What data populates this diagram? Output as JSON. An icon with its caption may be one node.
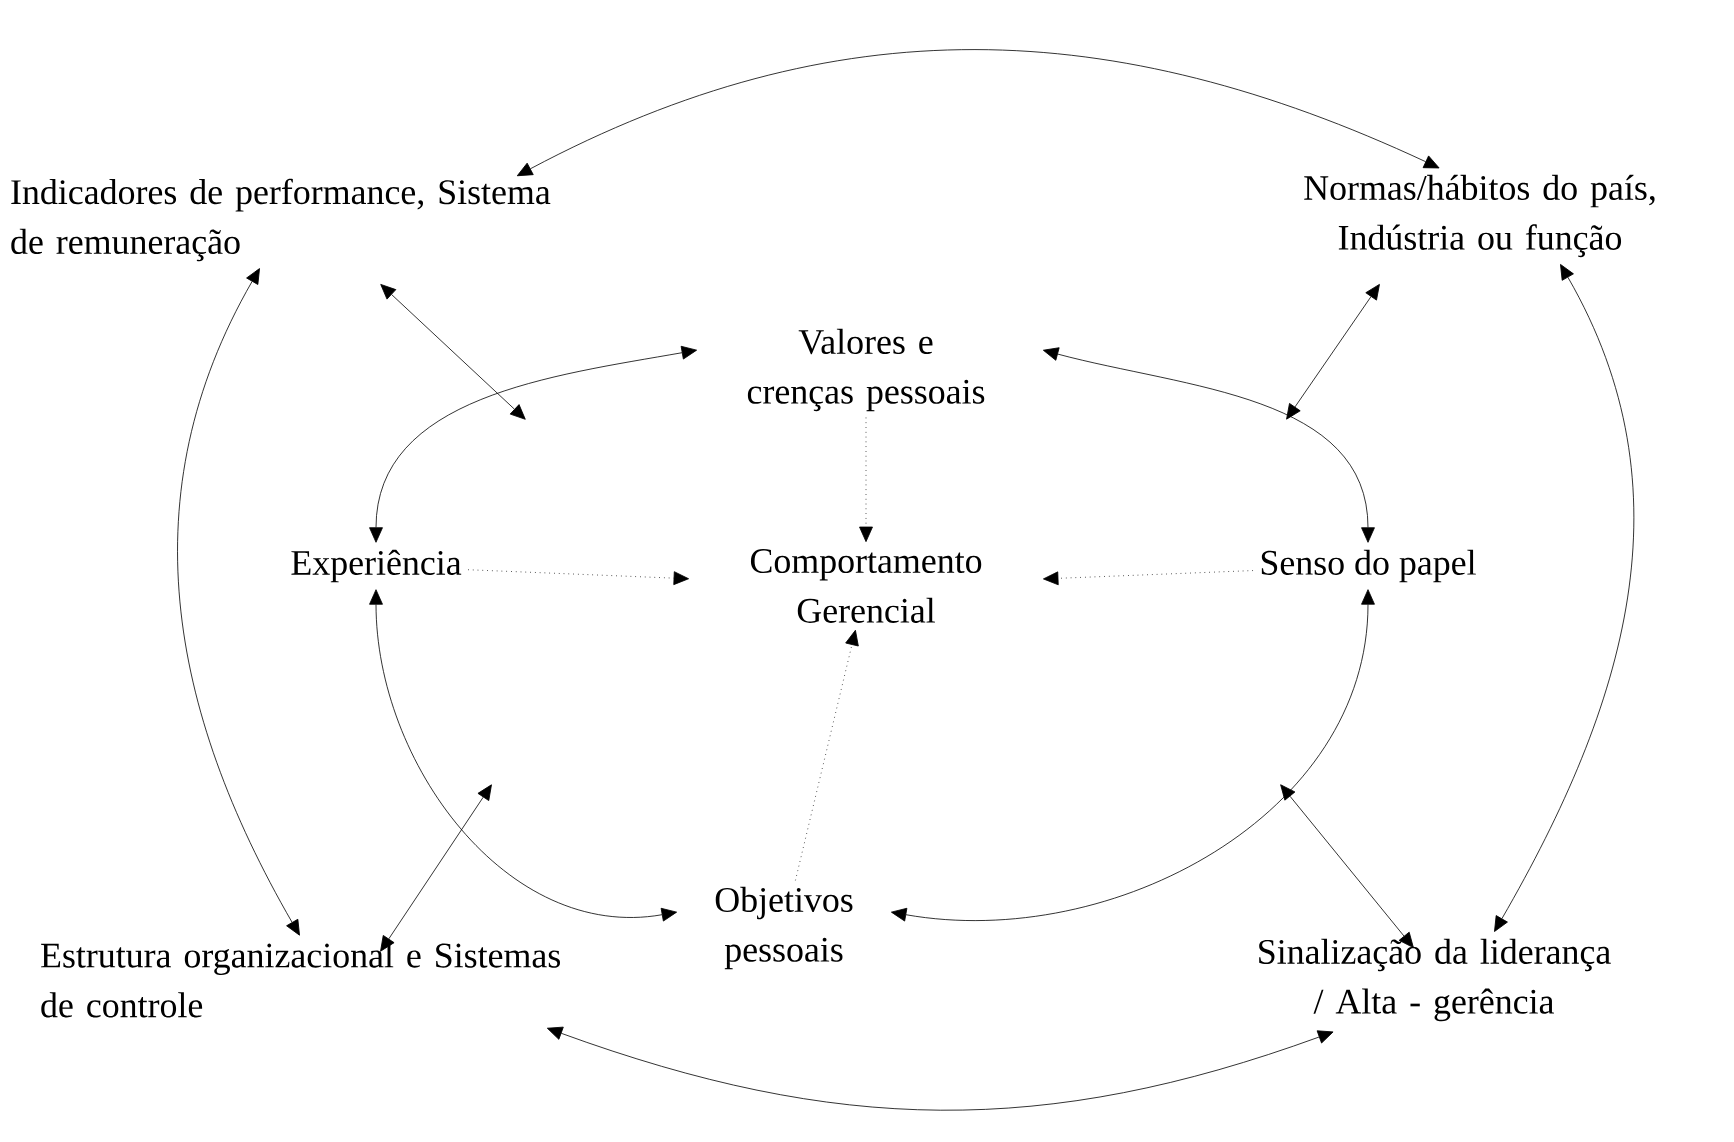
{
  "diagram": {
    "nodes": [
      {
        "text": [
          "Indicadores de performance, Sistema de remuneração"
        ]
      },
      {
        "text": [
          "Normas/hábitos do país, Indústria ou função"
        ]
      },
      {
        "text": [
          "Valores e crenças pessoais"
        ]
      },
      {
        "text": [
          "Experiência"
        ]
      },
      {
        "text": [
          "Comportamento Gerencial"
        ]
      },
      {
        "text": [
          "Senso do papel"
        ]
      },
      {
        "text": [
          "Objetivos pessoais"
        ]
      },
      {
        "text": [
          "Estrutura organizacional e Sistemas de controle"
        ]
      },
      {
        "text": [
          "Sinalização da liderança / Alta - gerência"
        ]
      }
    ],
    "edges": [
      {
        "from": 0,
        "to": 1,
        "arrow": "both"
      },
      {
        "from": 1,
        "to": 8,
        "arrow": "both"
      },
      {
        "from": 8,
        "to": 7,
        "arrow": "both"
      },
      {
        "from": 7,
        "to": 0,
        "arrow": "both"
      },
      {
        "from": 2,
        "to": 3,
        "arrow": "both"
      },
      {
        "from": 2,
        "to": 5,
        "arrow": "both"
      },
      {
        "from": 3,
        "to": 6,
        "arrow": "both"
      },
      {
        "from": 5,
        "to": 6,
        "arrow": "both"
      },
      {
        "from": 2,
        "to": 4,
        "arrow": "to",
        "style": "dashed"
      },
      {
        "from": 3,
        "to": 4,
        "arrow": "to",
        "style": "dashed"
      },
      {
        "from": 5,
        "to": 4,
        "arrow": "to",
        "style": "dashed"
      },
      {
        "from": 6,
        "to": 4,
        "arrow": "to",
        "style": "dashed"
      },
      {
        "from": 0,
        "to": null,
        "arrow": "both"
      },
      {
        "from": 1,
        "to": null,
        "arrow": "both"
      },
      {
        "from": 7,
        "to": null,
        "arrow": "both"
      },
      {
        "from": 8,
        "to": null,
        "arrow": "both"
      }
    ]
  }
}
